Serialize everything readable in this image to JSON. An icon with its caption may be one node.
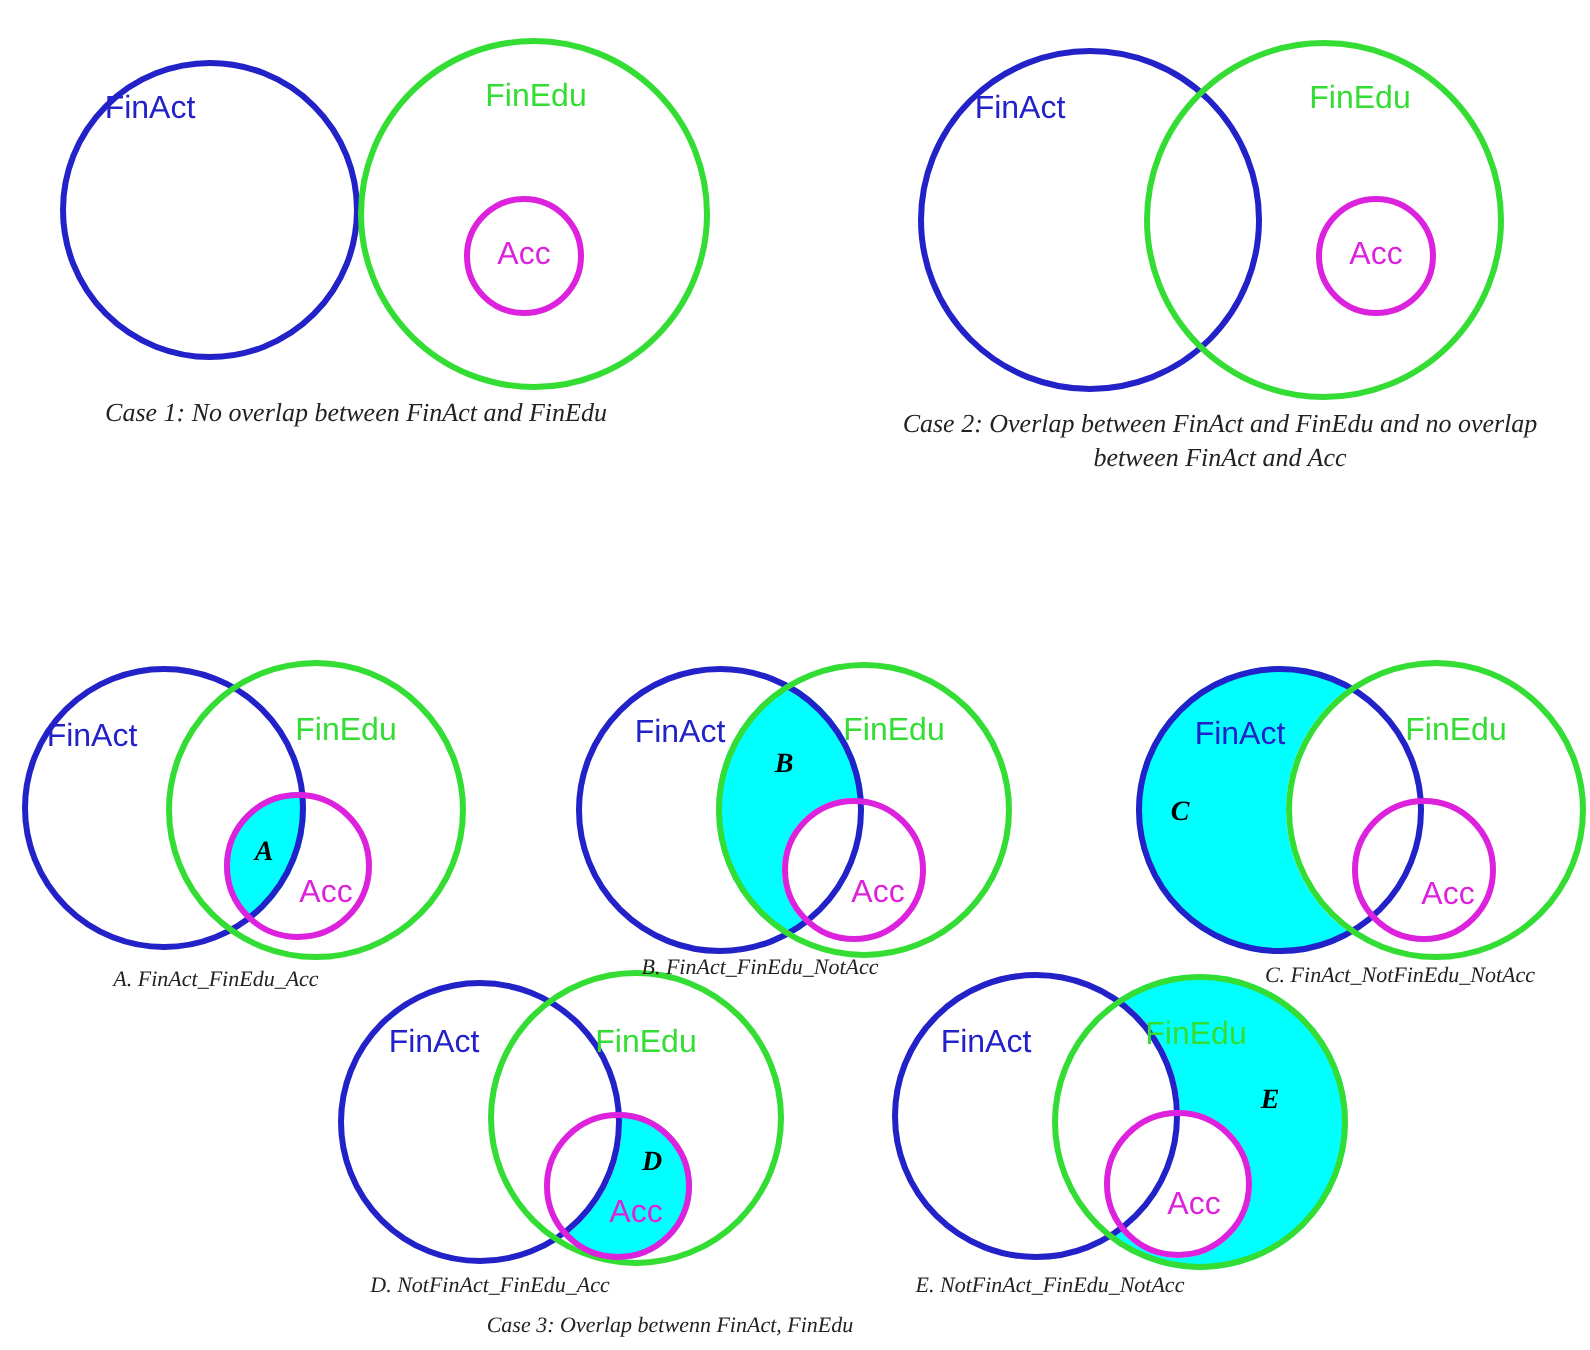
{
  "diagram": {
    "nodes": [
      {
        "text": [
          "FinAct"
        ]
      },
      {
        "text": [
          "FinEdu"
        ]
      },
      {
        "text": [
          "Acc"
        ],
        "in": 1
      },
      {
        "text": [
          "FinAct"
        ]
      },
      {
        "text": [
          "FinEdu"
        ]
      },
      {
        "text": [
          "Acc"
        ],
        "in": 4
      },
      {
        "text": [
          "FinAct"
        ]
      },
      {
        "text": [
          "FinEdu"
        ]
      },
      {
        "text": [
          "Acc"
        ],
        "in": 7
      },
      {
        "text": [
          "FinAct"
        ]
      },
      {
        "text": [
          "FinEdu"
        ]
      },
      {
        "text": [
          "Acc"
        ],
        "in": 10
      },
      {
        "text": [
          "FinAct"
        ]
      },
      {
        "text": [
          "FinEdu"
        ]
      },
      {
        "text": [
          "Acc"
        ],
        "in": 13
      },
      {
        "text": [
          "FinAct"
        ]
      },
      {
        "text": [
          "FinEdu"
        ]
      },
      {
        "text": [
          "Acc"
        ],
        "in": 16
      },
      {
        "text": [
          "FinAct"
        ]
      },
      {
        "text": [
          "FinEdu"
        ]
      },
      {
        "text": [
          "Acc"
        ],
        "in": 19
      }
    ],
    "labels": [
      "Case 1: No overlap between FinAct and FinEdu",
      "Case 2: Overlap between FinAct and FinEdu and no overlap between FinAct and Acc",
      "B",
      "C",
      "A",
      "A. FinAct_FinEdu_Acc",
      "B. FinAct_FinEdu_NotAcc",
      "C. FinAct_NotFinEdu_NotAcc",
      "E",
      "D",
      "D. NotFinAct_FinEdu_Acc",
      "E. NotFinAct_FinEdu_NotAcc",
      "Case 3: Overlap betwenn FinAct, FinEdu"
    ]
  }
}
